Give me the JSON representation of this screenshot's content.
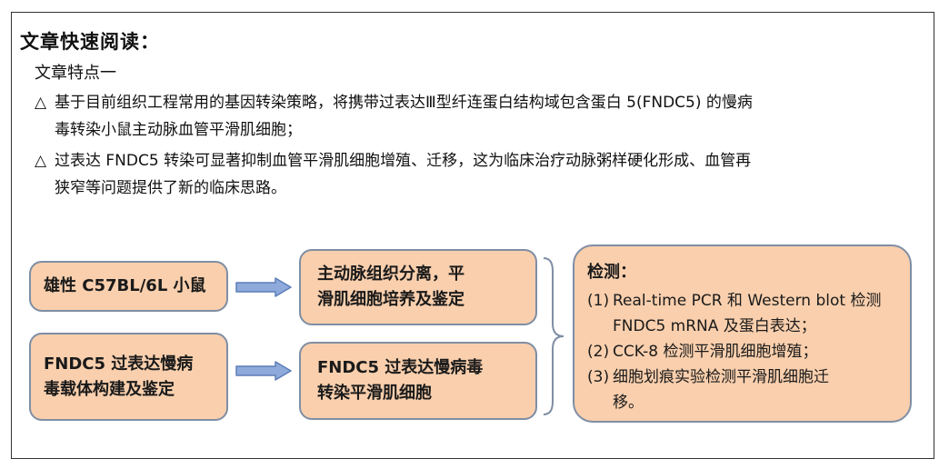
{
  "header": {
    "title": "文章快速阅读：",
    "subtitle": "文章特点一"
  },
  "features": [
    {
      "mark": "△",
      "line1": "基于目前组织工程常用的基因转染策略，将携带过表达Ⅲ型纤连蛋白结构域包含蛋白 5(FNDC5) 的慢病",
      "line2": "毒转染小鼠主动脉血管平滑肌细胞；"
    },
    {
      "mark": "△",
      "line1": "过表达 FNDC5 转染可显著抑制血管平滑肌细胞增殖、迁移，这为临床治疗动脉粥样硬化形成、血管再",
      "line2": "狭窄等问题提供了新的临床思路。"
    }
  ],
  "flow": {
    "mouse_box": "雄性 C57BL/6L 小鼠",
    "vector_box": {
      "line1": "FNDC5 过表达慢病",
      "line2": "毒载体构建及鉴定"
    },
    "isolation_box": {
      "line1": "主动脉组织分离，平",
      "line2": "滑肌细胞培养及鉴定"
    },
    "transfection_box": {
      "line1": "FNDC5 过表达慢病毒",
      "line2": "转染平滑肌细胞"
    },
    "detection": {
      "title": "检测：",
      "items": [
        {
          "num": "(1)",
          "line1": "Real-time PCR 和 Western blot 检测",
          "line2": "FNDC5 mRNA 及蛋白表达；"
        },
        {
          "num": "(2)",
          "line1": "CCK-8 检测平滑肌细胞增殖；",
          "line2": ""
        },
        {
          "num": "(3)",
          "line1": "细胞划痕实验检测平滑肌细胞迁",
          "line2": "移。"
        }
      ]
    }
  },
  "colors": {
    "box_fill": "#f9cfad",
    "box_border": "#7f8ea4",
    "arrow_fill": "#8eaadb",
    "arrow_stroke": "#5b7db8",
    "frame_border": "#333333"
  }
}
